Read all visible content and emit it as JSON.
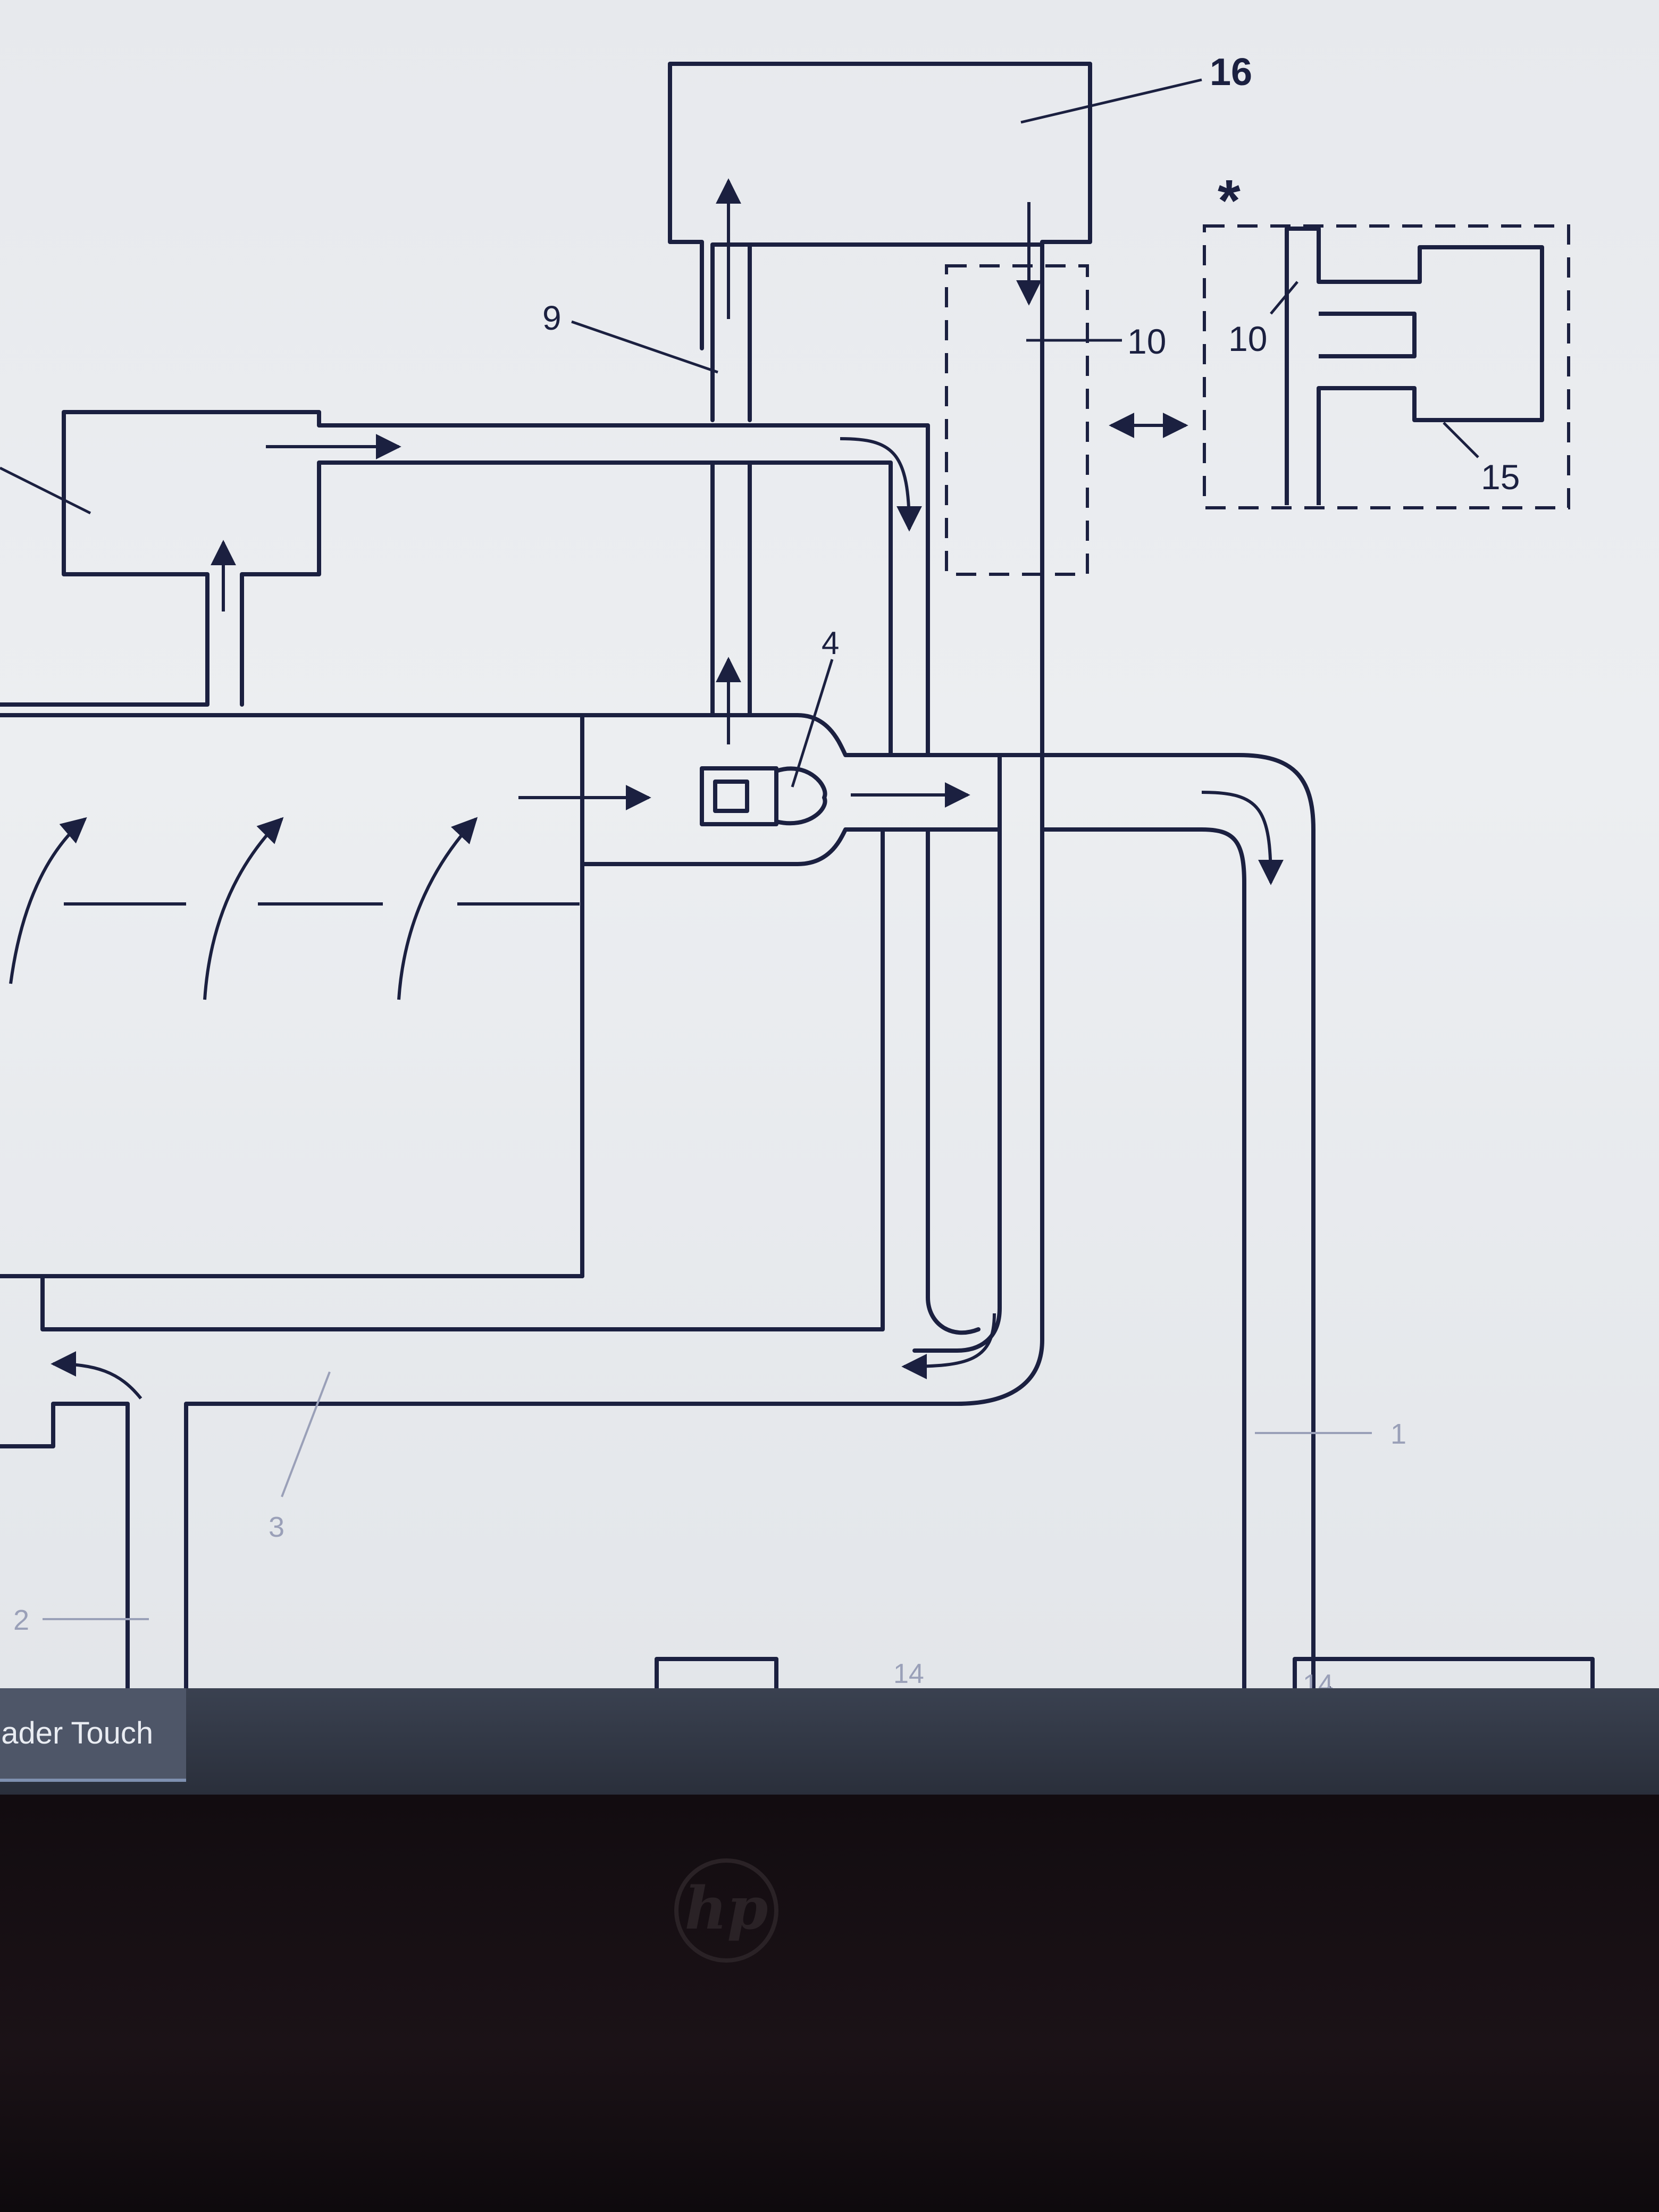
{
  "diagram": {
    "labels": {
      "l16": "16",
      "star": "*",
      "l9": "9",
      "l10a": "10",
      "l10b": "10",
      "l15": "15",
      "l4": "4",
      "l1": "1",
      "l3": "3",
      "l2": "2",
      "l14a": "14",
      "l14b": "14"
    },
    "colors": {
      "line": "#1b2040",
      "faint": "#9aa0b8"
    }
  },
  "taskbar": {
    "app_label": "eader Touch"
  },
  "bezel": {
    "logo": "hp"
  }
}
